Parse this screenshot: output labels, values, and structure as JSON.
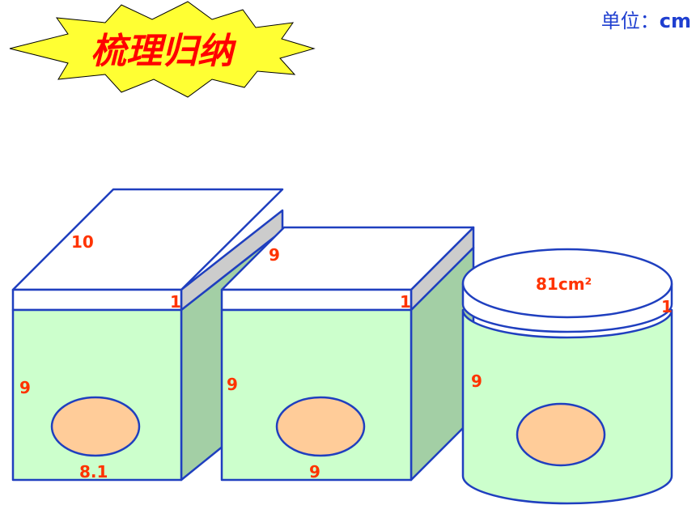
{
  "title": "梳理归纳",
  "unit": {
    "label": "单位：",
    "value": "cm"
  },
  "boxes": [
    {
      "top_length": "10",
      "lid_thickness": "1",
      "height": "9",
      "bottom_width": "8.1"
    },
    {
      "top_length": "9",
      "lid_thickness": "1",
      "height": "9",
      "bottom_width": "9"
    }
  ],
  "cylinder": {
    "top_area": "81cm²",
    "lid_thickness": "1",
    "height": "9"
  },
  "colors": {
    "outline": "#1f3fbf",
    "body_front": "#ccffcc",
    "body_side": "#a3cfa5",
    "lid_front": "#ffffff",
    "lid_side": "#cccccc",
    "top_face": "#ffffff",
    "hole": "#ffcc99",
    "label": "#ff3300",
    "burst": "#ffff33",
    "title": "#ff0000"
  }
}
